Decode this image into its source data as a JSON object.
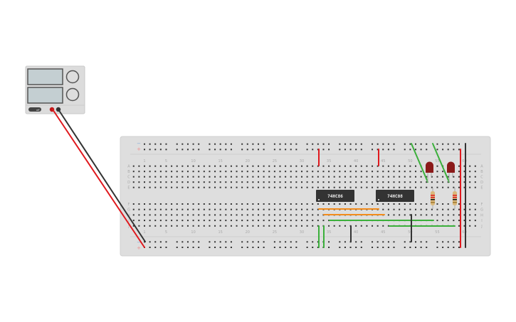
{
  "power_supply": {
    "switch_label": "off"
  },
  "breadboard": {
    "columns": 60,
    "column_labels": [
      "1",
      "5",
      "10",
      "15",
      "20",
      "25",
      "30",
      "35",
      "40",
      "45",
      "50",
      "55",
      "60"
    ],
    "rows_top": [
      "A",
      "B",
      "C",
      "D",
      "E"
    ],
    "rows_bottom": [
      "F",
      "G",
      "H",
      "I",
      "J"
    ],
    "rail_labels": {
      "minus": "−",
      "plus": "+"
    }
  },
  "chips": [
    {
      "label": "74HC86"
    },
    {
      "label": "74HC08"
    }
  ],
  "colors": {
    "red_wire": "#e0191e",
    "black_wire": "#333333",
    "green_wire": "#3bb03b",
    "orange_wire": "#f28c1c",
    "led": "#8b1a1a"
  }
}
